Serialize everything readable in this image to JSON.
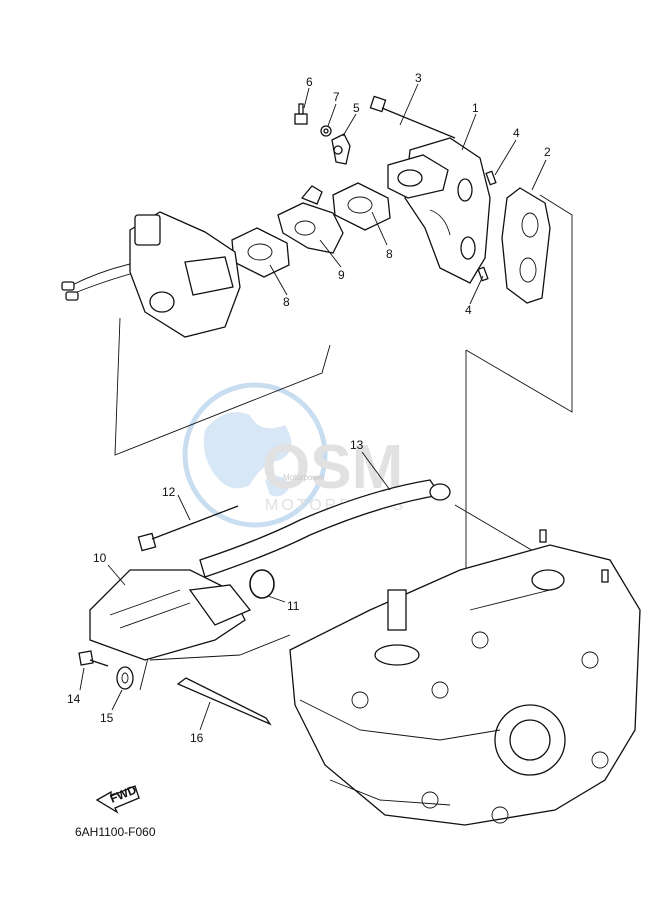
{
  "diagram": {
    "callouts": [
      {
        "id": "1",
        "label": "1"
      },
      {
        "id": "2",
        "label": "2"
      },
      {
        "id": "3",
        "label": "3"
      },
      {
        "id": "4a",
        "label": "4"
      },
      {
        "id": "4b",
        "label": "4"
      },
      {
        "id": "5",
        "label": "5"
      },
      {
        "id": "6",
        "label": "6"
      },
      {
        "id": "7",
        "label": "7"
      },
      {
        "id": "8a",
        "label": "8"
      },
      {
        "id": "8b",
        "label": "8"
      },
      {
        "id": "9",
        "label": "9"
      },
      {
        "id": "10",
        "label": "10"
      },
      {
        "id": "11",
        "label": "11"
      },
      {
        "id": "12",
        "label": "12"
      },
      {
        "id": "13",
        "label": "13"
      },
      {
        "id": "14",
        "label": "14"
      },
      {
        "id": "15",
        "label": "15"
      },
      {
        "id": "16",
        "label": "16"
      }
    ],
    "fwd_label": "FWD",
    "diagram_code": "6AH1100-F060"
  },
  "watermark": {
    "brand": "OSM",
    "tagline": "MOTORPARTS",
    "small_text": "Motorpower"
  },
  "colors": {
    "line": "#111111",
    "watermark_blue": "#9ec3e6",
    "watermark_gray": "#c9c9c9"
  }
}
